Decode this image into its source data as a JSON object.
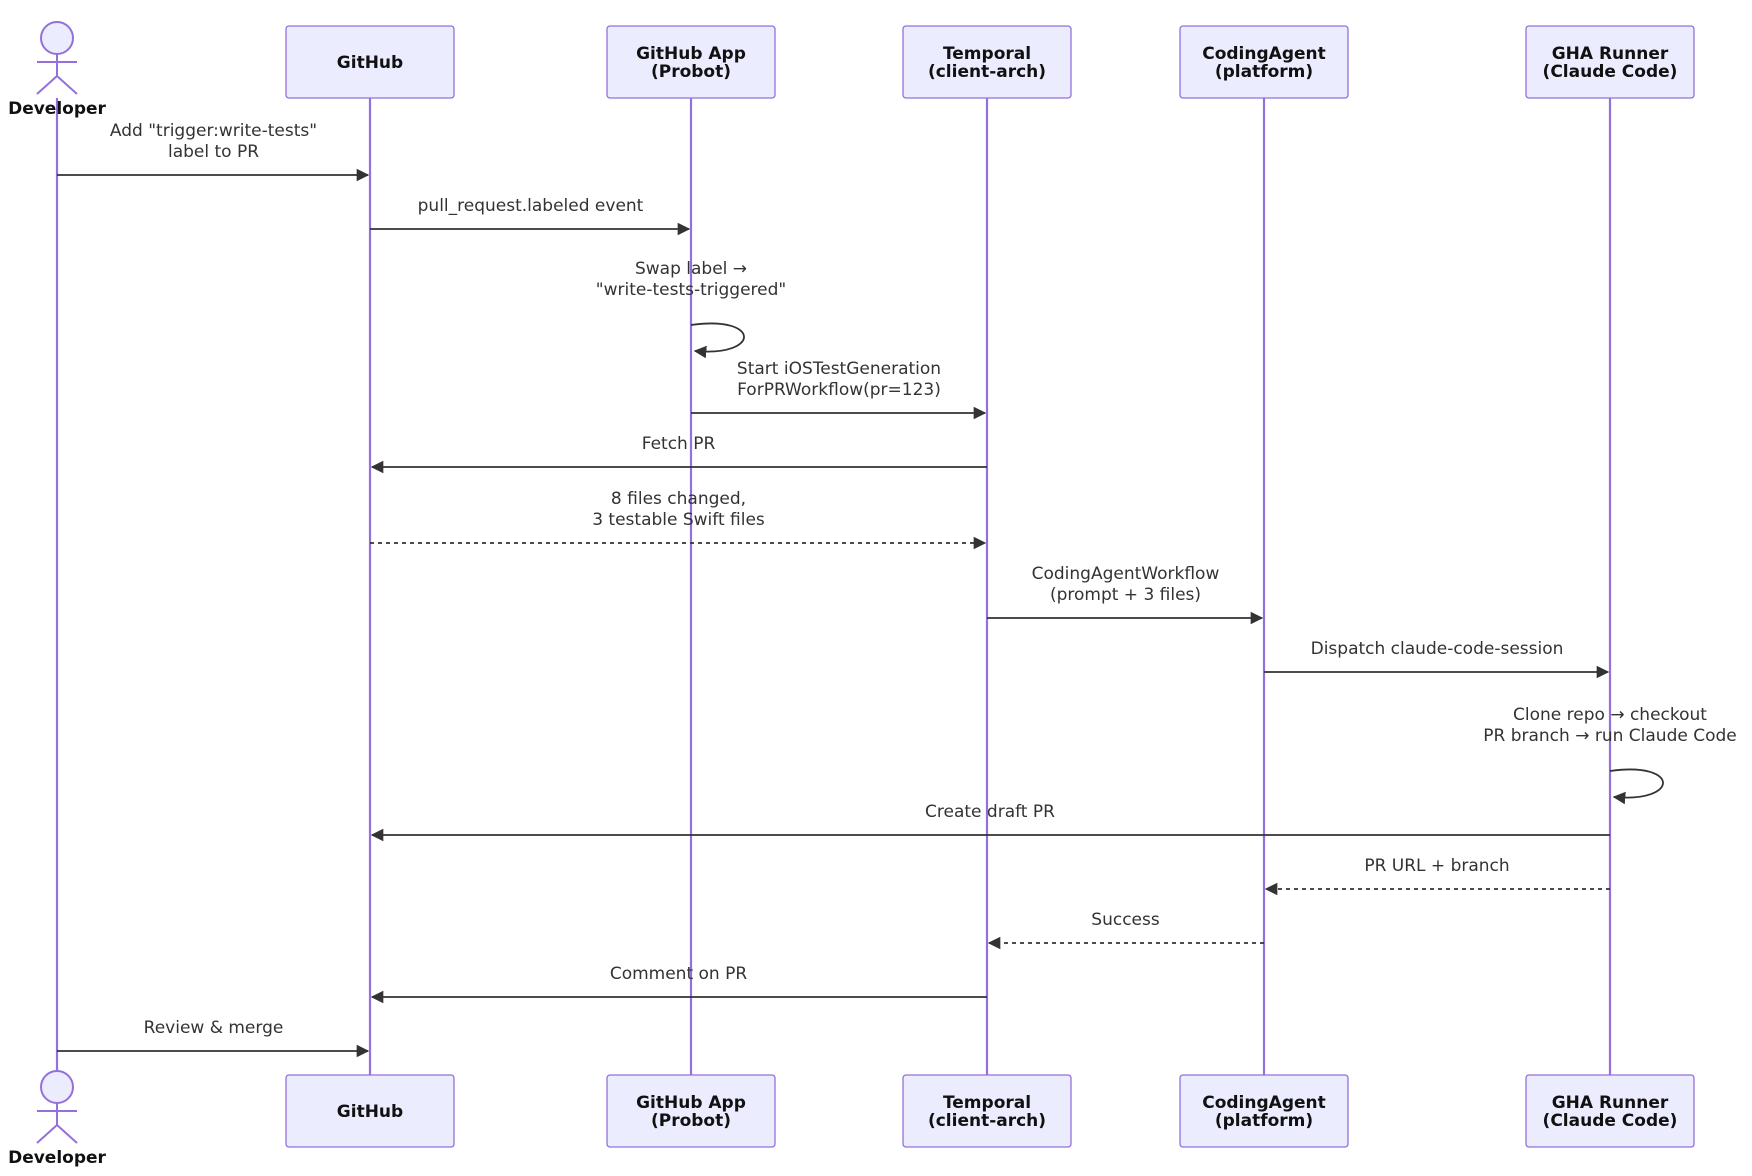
{
  "participants": [
    {
      "id": "dev",
      "label": [
        "Developer"
      ],
      "kind": "person"
    },
    {
      "id": "gh",
      "label": [
        "GitHub"
      ],
      "kind": "box"
    },
    {
      "id": "app",
      "label": [
        "GitHub App",
        "(Probot)"
      ],
      "kind": "box"
    },
    {
      "id": "temporal",
      "label": [
        "Temporal",
        "(client-arch)"
      ],
      "kind": "box"
    },
    {
      "id": "ca",
      "label": [
        "CodingAgent",
        "(platform)"
      ],
      "kind": "box"
    },
    {
      "id": "gha",
      "label": [
        "GHA Runner",
        "(Claude Code)"
      ],
      "kind": "box"
    }
  ],
  "messages": [
    {
      "from": "dev",
      "to": "gh",
      "style": "solid",
      "text": [
        "Add \"trigger:write-tests\"",
        "label to PR"
      ]
    },
    {
      "from": "gh",
      "to": "app",
      "style": "solid",
      "text": [
        "pull_request.labeled event"
      ]
    },
    {
      "from": "app",
      "to": "app",
      "style": "solid",
      "text": [
        "Swap label →",
        "\"write-tests-triggered\""
      ]
    },
    {
      "from": "app",
      "to": "temporal",
      "style": "solid",
      "text": [
        "Start iOSTestGeneration",
        "ForPRWorkflow(pr=123)"
      ]
    },
    {
      "from": "temporal",
      "to": "gh",
      "style": "solid",
      "text": [
        "Fetch PR"
      ]
    },
    {
      "from": "gh",
      "to": "temporal",
      "style": "dashed",
      "text": [
        "8 files changed,",
        "3 testable Swift files"
      ]
    },
    {
      "from": "temporal",
      "to": "ca",
      "style": "solid",
      "text": [
        "CodingAgentWorkflow",
        "(prompt + 3 files)"
      ]
    },
    {
      "from": "ca",
      "to": "gha",
      "style": "solid",
      "text": [
        "Dispatch claude-code-session"
      ]
    },
    {
      "from": "gha",
      "to": "gha",
      "style": "solid",
      "text": [
        "Clone repo → checkout",
        "PR branch → run Claude Code"
      ]
    },
    {
      "from": "gha",
      "to": "gh",
      "style": "solid",
      "text": [
        "Create draft PR"
      ]
    },
    {
      "from": "gha",
      "to": "ca",
      "style": "dashed",
      "text": [
        "PR URL + branch"
      ]
    },
    {
      "from": "ca",
      "to": "temporal",
      "style": "dashed",
      "text": [
        "Success"
      ]
    },
    {
      "from": "temporal",
      "to": "gh",
      "style": "solid",
      "text": [
        "Comment on PR"
      ]
    },
    {
      "from": "dev",
      "to": "gh",
      "style": "solid",
      "text": [
        "Review & merge"
      ]
    }
  ]
}
